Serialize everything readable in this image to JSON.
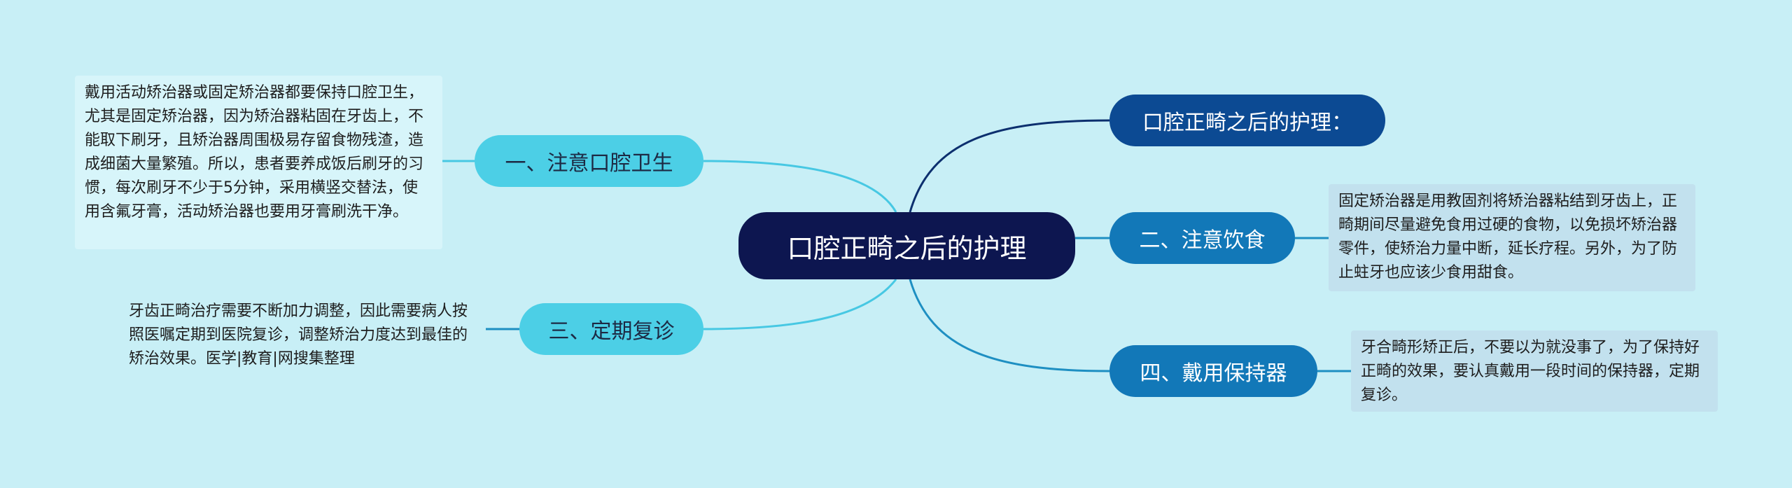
{
  "colors": {
    "background": "#c8eff6",
    "root": "#0d1650",
    "branch_left": "#4ccfe6",
    "branch_right": "#1278b8",
    "branch_top": "#0c4a93",
    "link_dark": "#0c2f6e",
    "link_light": "#47c8e3",
    "link_mid": "#1e8fc2"
  },
  "root": {
    "label": "口腔正畸之后的护理"
  },
  "branches": {
    "top_right": {
      "label": "口腔正畸之后的护理："
    },
    "left_1": {
      "label": "一、注意口腔卫生",
      "note": "戴用活动矫治器或固定矫治器都要保持口腔卫生，尤其是固定矫治器，因为矫治器粘固在牙齿上，不能取下刷牙，且矫治器周围极易存留食物残渣，造成细菌大量繁殖。所以，患者要养成饭后刷牙的习惯，每次刷牙不少于5分钟，采用横竖交替法，使用含氟牙膏，活动矫治器也要用牙膏刷洗干净。"
    },
    "left_2": {
      "label": "三、定期复诊",
      "note": "牙齿正畸治疗需要不断加力调整，因此需要病人按照医嘱定期到医院复诊，调整矫治力度达到最佳的矫治效果。医学|教育|网搜集整理"
    },
    "right_1": {
      "label": "二、注意饮食",
      "note": "固定矫治器是用教固剂将矫治器粘结到牙齿上，正畸期间尽量避免食用过硬的食物，以免损坏矫治器零件，使矫治力量中断，延长疗程。另外，为了防止蛀牙也应该少食用甜食。"
    },
    "right_2": {
      "label": "四、戴用保持器",
      "note": "牙合畸形矫正后，不要以为就没事了，为了保持好正畸的效果，要认真戴用一段时间的保持器，定期复诊。"
    }
  }
}
